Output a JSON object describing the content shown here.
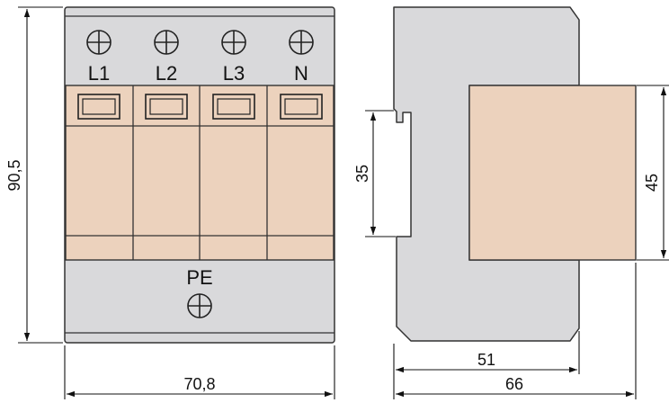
{
  "colors": {
    "body_gray": "#d9d9db",
    "module_peach": "#ecd2bd",
    "outline": "#333333",
    "dimension_line": "#111111",
    "background": "#ffffff"
  },
  "front_view": {
    "terminal_labels": [
      "L1",
      "L2",
      "L3",
      "N"
    ],
    "bottom_label": "PE",
    "height_dimension": "90,5",
    "width_dimension": "70,8"
  },
  "side_view": {
    "rail_dimension": "35",
    "module_dimension": "45",
    "depth_dimension": "51",
    "total_depth_dimension": "66"
  }
}
